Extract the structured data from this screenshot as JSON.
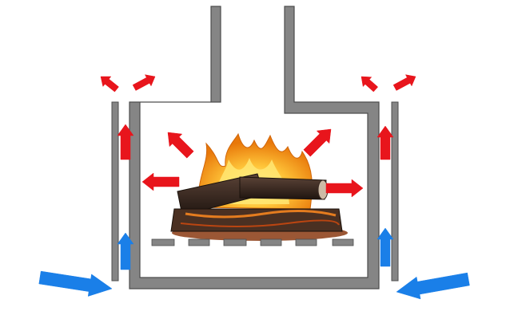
{
  "colors": {
    "background": "#ffffff",
    "wall": "#858585",
    "wall_edge": "#4d4d4d",
    "hot_air": "#e8151c",
    "cold_air": "#1a7fe8",
    "flame_outer": "#f29a12",
    "flame_inner": "#ffe26a",
    "ember": "#7a2a0c",
    "log": "#3a2a22"
  },
  "icons": {
    "fire": "fire-icon",
    "hot_arrow": "red-arrow-icon",
    "cold_arrow": "blue-arrow-icon"
  },
  "hot_air_arrows": {
    "firebox": [
      "up-left",
      "up-right",
      "left",
      "right"
    ],
    "side_channels": [
      "up",
      "up"
    ],
    "exits": [
      "up-left",
      "up-right",
      "up-left",
      "up-right"
    ]
  },
  "cold_air_arrows": {
    "inlets": [
      "right",
      "left"
    ],
    "side_channels": [
      "up",
      "up"
    ]
  },
  "grate_slats": 6
}
